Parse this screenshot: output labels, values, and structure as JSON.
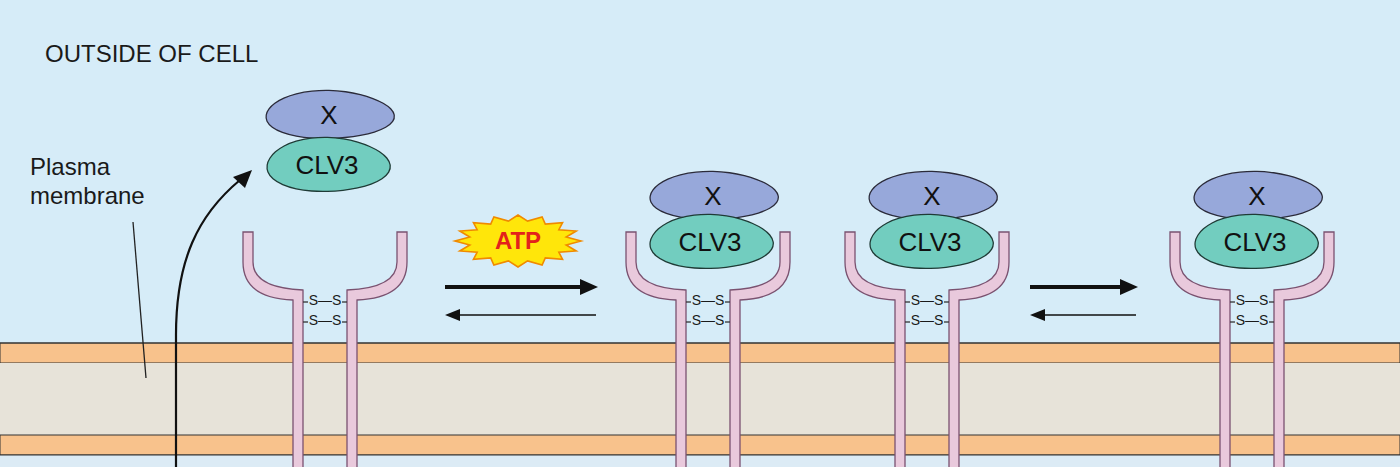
{
  "diagram": {
    "nodes": [
      {
        "text": [
          "X"
        ]
      },
      {
        "text": [
          "CLV3"
        ]
      },
      {
        "text": [
          "ATP"
        ]
      },
      {
        "text": [
          "X"
        ]
      },
      {
        "text": [
          "CLV3"
        ]
      },
      {
        "text": [
          "X"
        ]
      },
      {
        "text": [
          "CLV3"
        ]
      },
      {
        "text": [
          "X"
        ]
      },
      {
        "text": [
          "CLV3"
        ]
      }
    ],
    "labels": [
      "OUTSIDE OF CELL",
      "Plasma membrane",
      "S—S",
      "S—S",
      "S—S",
      "S—S",
      "S—S",
      "S—S",
      "S—S",
      "S—S"
    ]
  }
}
